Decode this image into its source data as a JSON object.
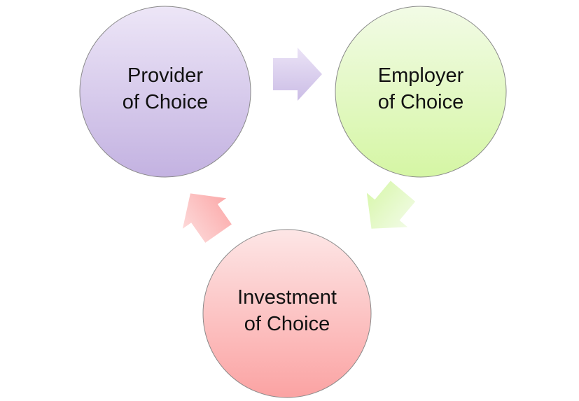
{
  "diagram": {
    "nodes": [
      {
        "line1": "Provider",
        "line2": "of Choice",
        "color_top": "#ece4f6",
        "color_bottom": "#c4b3e2"
      },
      {
        "line1": "Employer",
        "line2": "of Choice",
        "color_top": "#f1fbe4",
        "color_bottom": "#d6f7a6"
      },
      {
        "line1": "Investment",
        "line2": "of Choice",
        "color_top": "#fde4e4",
        "color_bottom": "#fba4a4"
      }
    ],
    "edges": [
      {
        "from": "Provider of Choice",
        "to": "Employer of Choice"
      },
      {
        "from": "Employer of Choice",
        "to": "Investment of Choice"
      },
      {
        "from": "Investment of Choice",
        "to": "Provider of Choice"
      }
    ]
  }
}
